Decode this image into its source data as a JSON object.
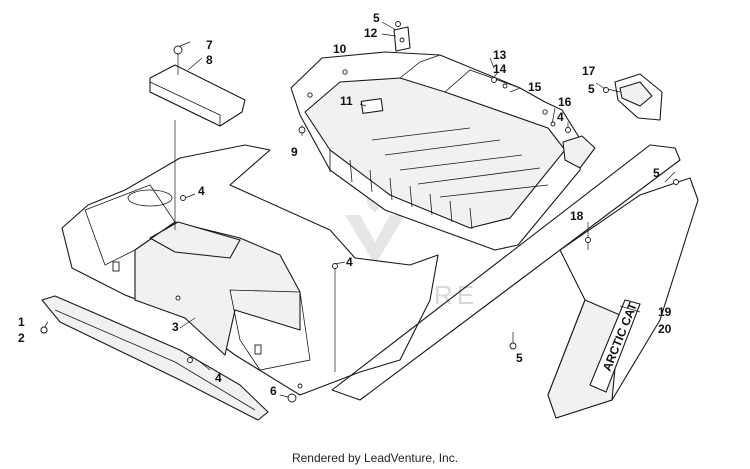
{
  "diagram": {
    "watermark_text": "LEADVENTURE",
    "credit": "Rendered by LeadVenture, Inc.",
    "callouts": {
      "c1": "1",
      "c2": "2",
      "c3": "3",
      "c4a": "4",
      "c4b": "4",
      "c4c": "4",
      "c4d": "4",
      "c5a": "5",
      "c5b": "5",
      "c5c": "5",
      "c5d": "5",
      "c6": "6",
      "c7": "7",
      "c8": "8",
      "c9": "9",
      "c10": "10",
      "c11": "11",
      "c12": "12",
      "c13": "13",
      "c14": "14",
      "c15": "15",
      "c16": "16",
      "c17": "17",
      "c18": "18",
      "c19": "19",
      "c20": "20"
    },
    "decal_text": "ARCTIC CAT",
    "colors": {
      "line": "#1a1a1a",
      "watermark": "#d8d8d8",
      "background": "#ffffff"
    }
  }
}
